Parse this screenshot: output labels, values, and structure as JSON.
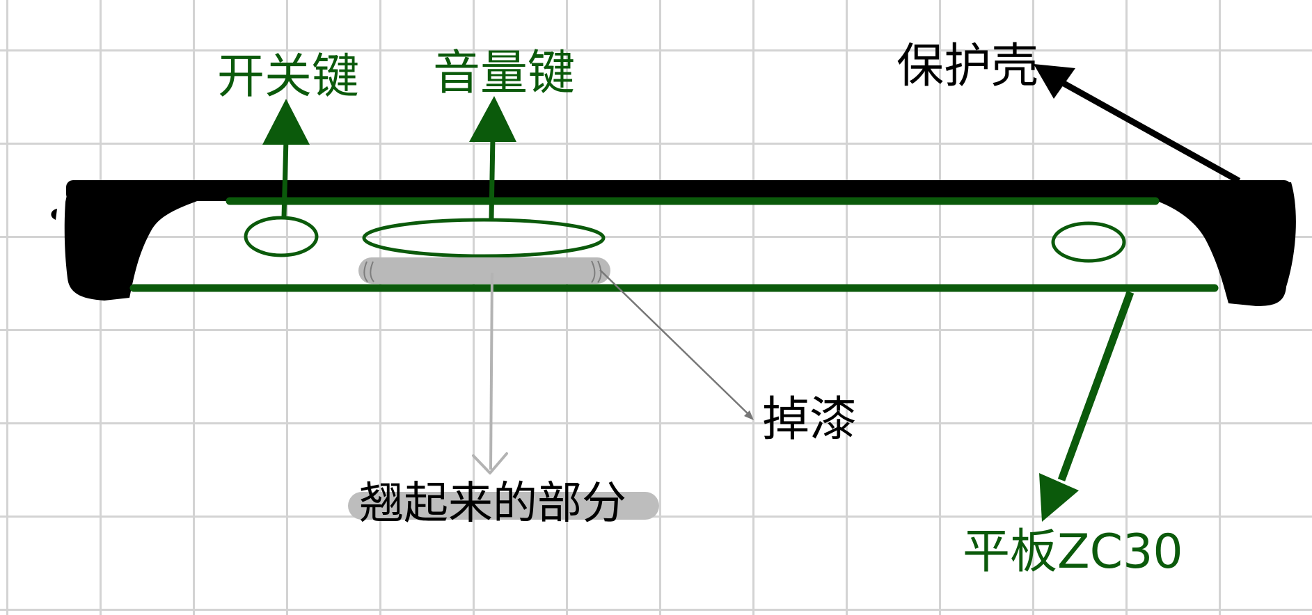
{
  "labels": {
    "power_key": "开关键",
    "volume_key": "音量键",
    "protective_case": "保护壳",
    "paint_peeling": "掉漆",
    "raised_part": "翘起来的部分",
    "tablet": "平板ZC30"
  },
  "colors": {
    "tablet": "#0b5a0b",
    "case": "#000000",
    "damage": "#b9b9b9",
    "grid": "#d3d3d3"
  }
}
